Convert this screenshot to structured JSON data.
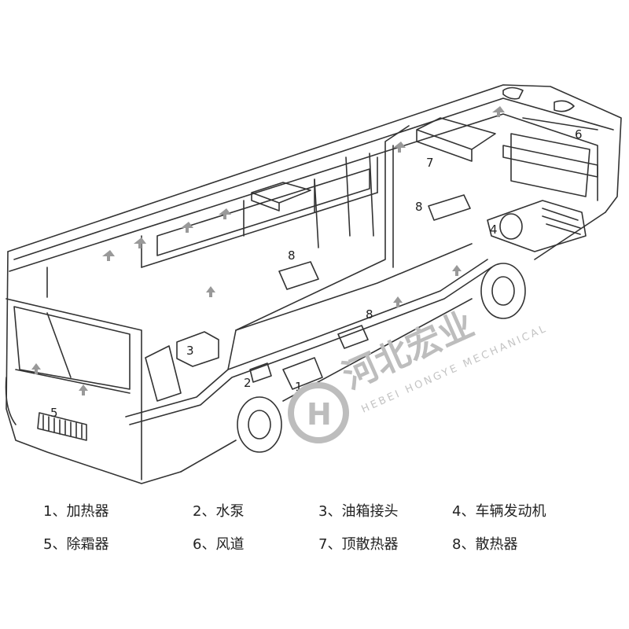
{
  "callouts": [
    "1",
    "2",
    "3",
    "4",
    "5",
    "6",
    "7",
    "8",
    "8",
    "8"
  ],
  "legend": [
    {
      "num": "1、",
      "text": "加热器"
    },
    {
      "num": "2、",
      "text": "水泵"
    },
    {
      "num": "3、",
      "text": "油箱接头"
    },
    {
      "num": "4、",
      "text": "车辆发动机"
    },
    {
      "num": "5、",
      "text": "除霜器"
    },
    {
      "num": "6、",
      "text": "风道"
    },
    {
      "num": "7、",
      "text": "顶散热器"
    },
    {
      "num": "8、",
      "text": "散热器"
    }
  ],
  "watermark": {
    "name_cn": "河北宏业",
    "name_en": "HEBEI HONGYE MECHANICAL",
    "logo_letter": "H"
  }
}
